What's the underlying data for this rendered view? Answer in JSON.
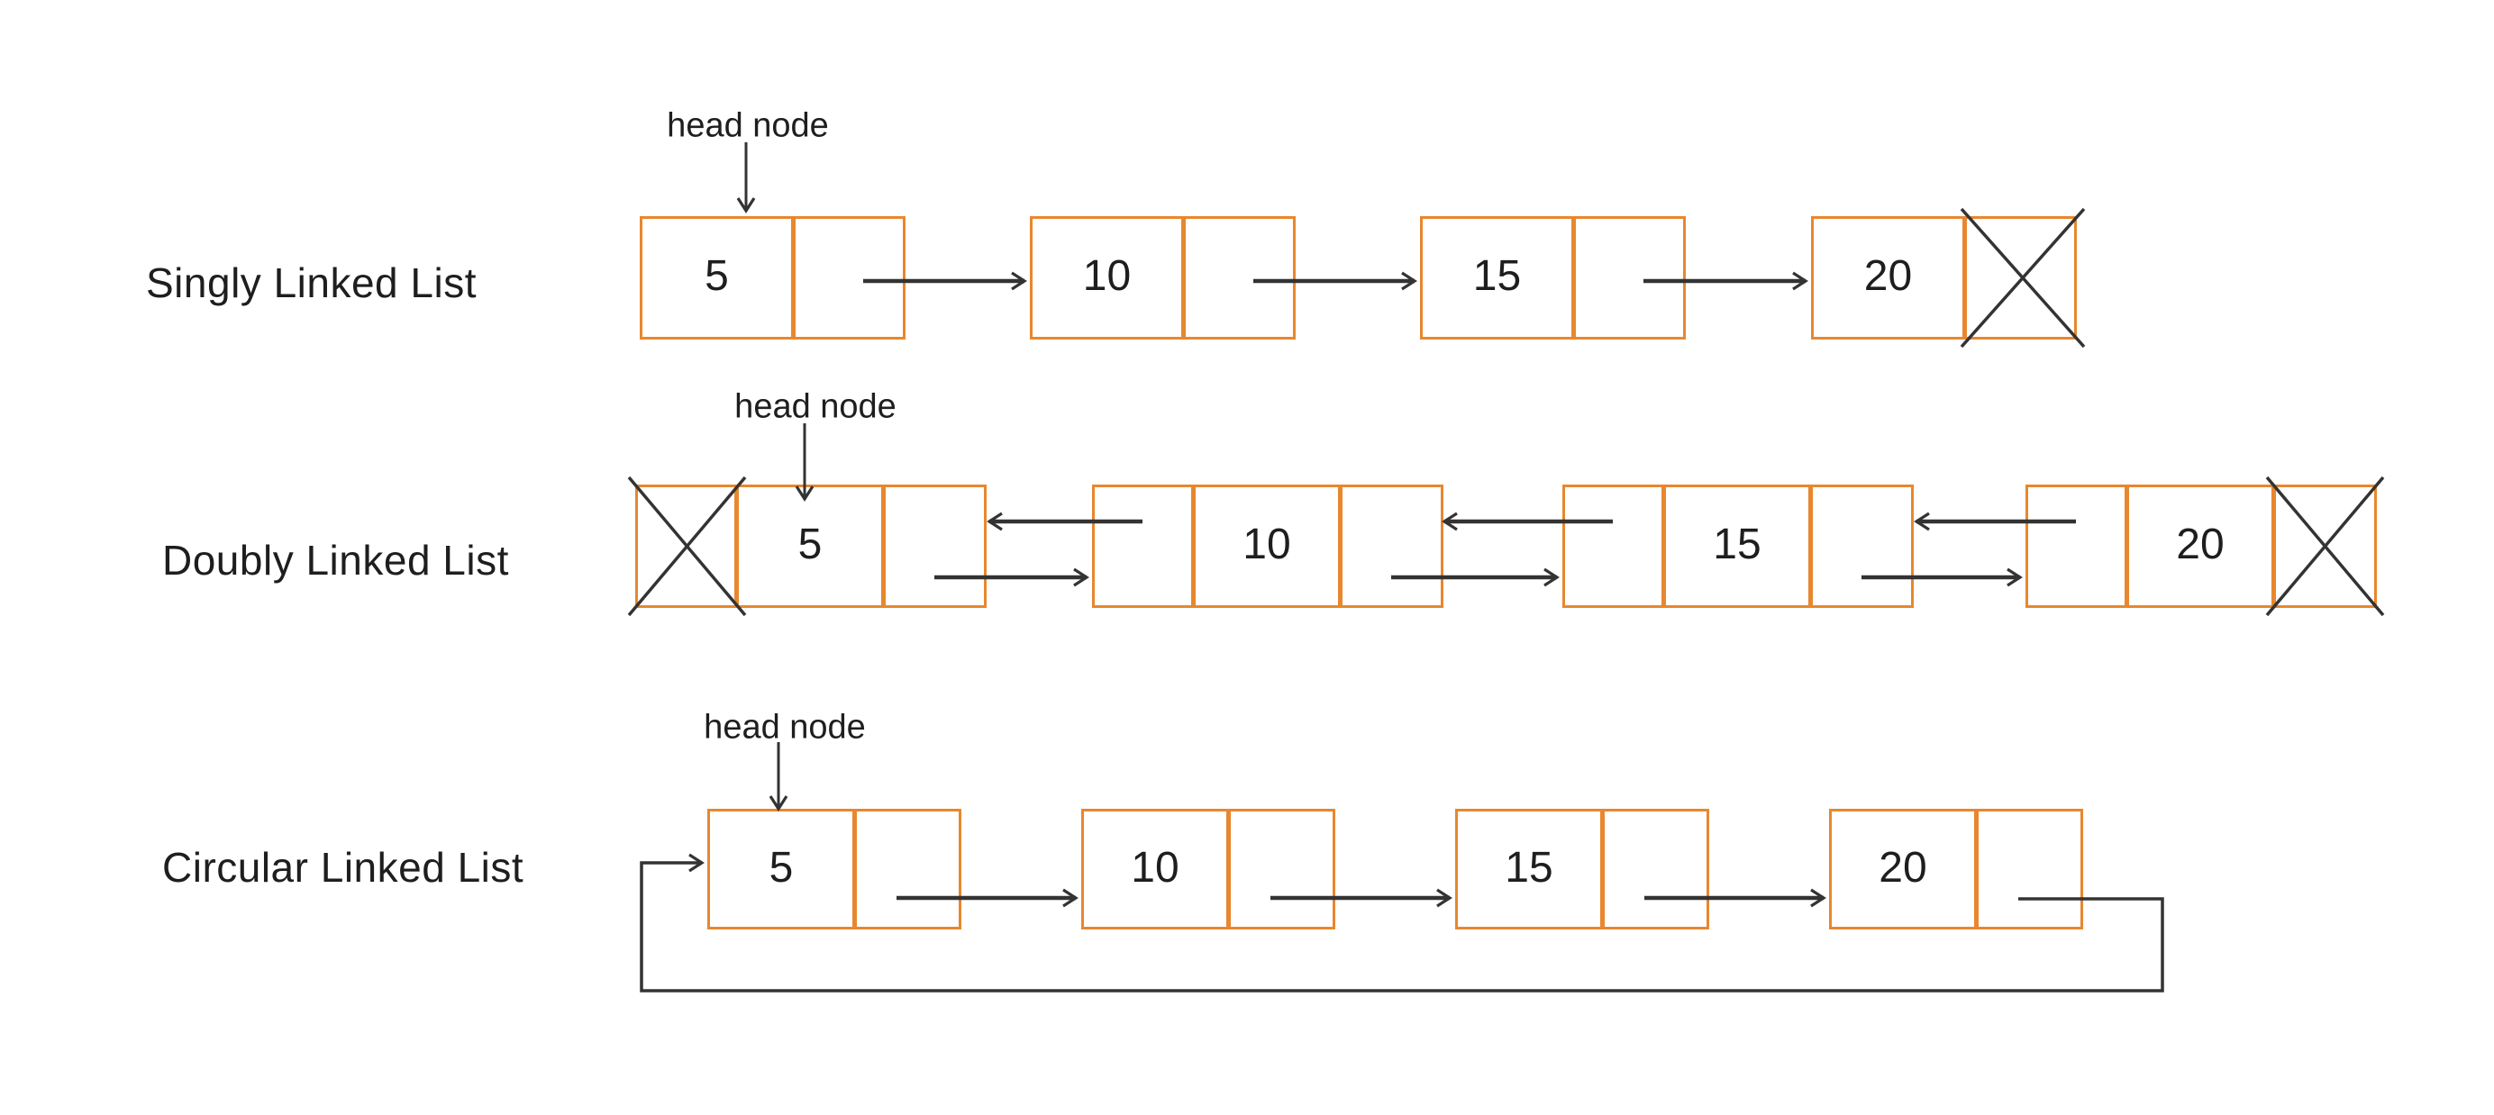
{
  "colors": {
    "border": "#E8872E",
    "line": "#333333",
    "ink": "#1E1E1E",
    "bg": "#FFFFFF"
  },
  "lists": [
    {
      "label": "Singly Linked List",
      "head_label": "head node",
      "nodes": [
        "5",
        "10",
        "15",
        "20"
      ],
      "null_next": "X"
    },
    {
      "label": "Doubly Linked List",
      "head_label": "head node",
      "nodes": [
        "5",
        "10",
        "15",
        "20"
      ],
      "null_prev": "X",
      "null_next": "X"
    },
    {
      "label": "Circular Linked List",
      "head_label": "head node",
      "nodes": [
        "5",
        "10",
        "15",
        "20"
      ]
    }
  ]
}
